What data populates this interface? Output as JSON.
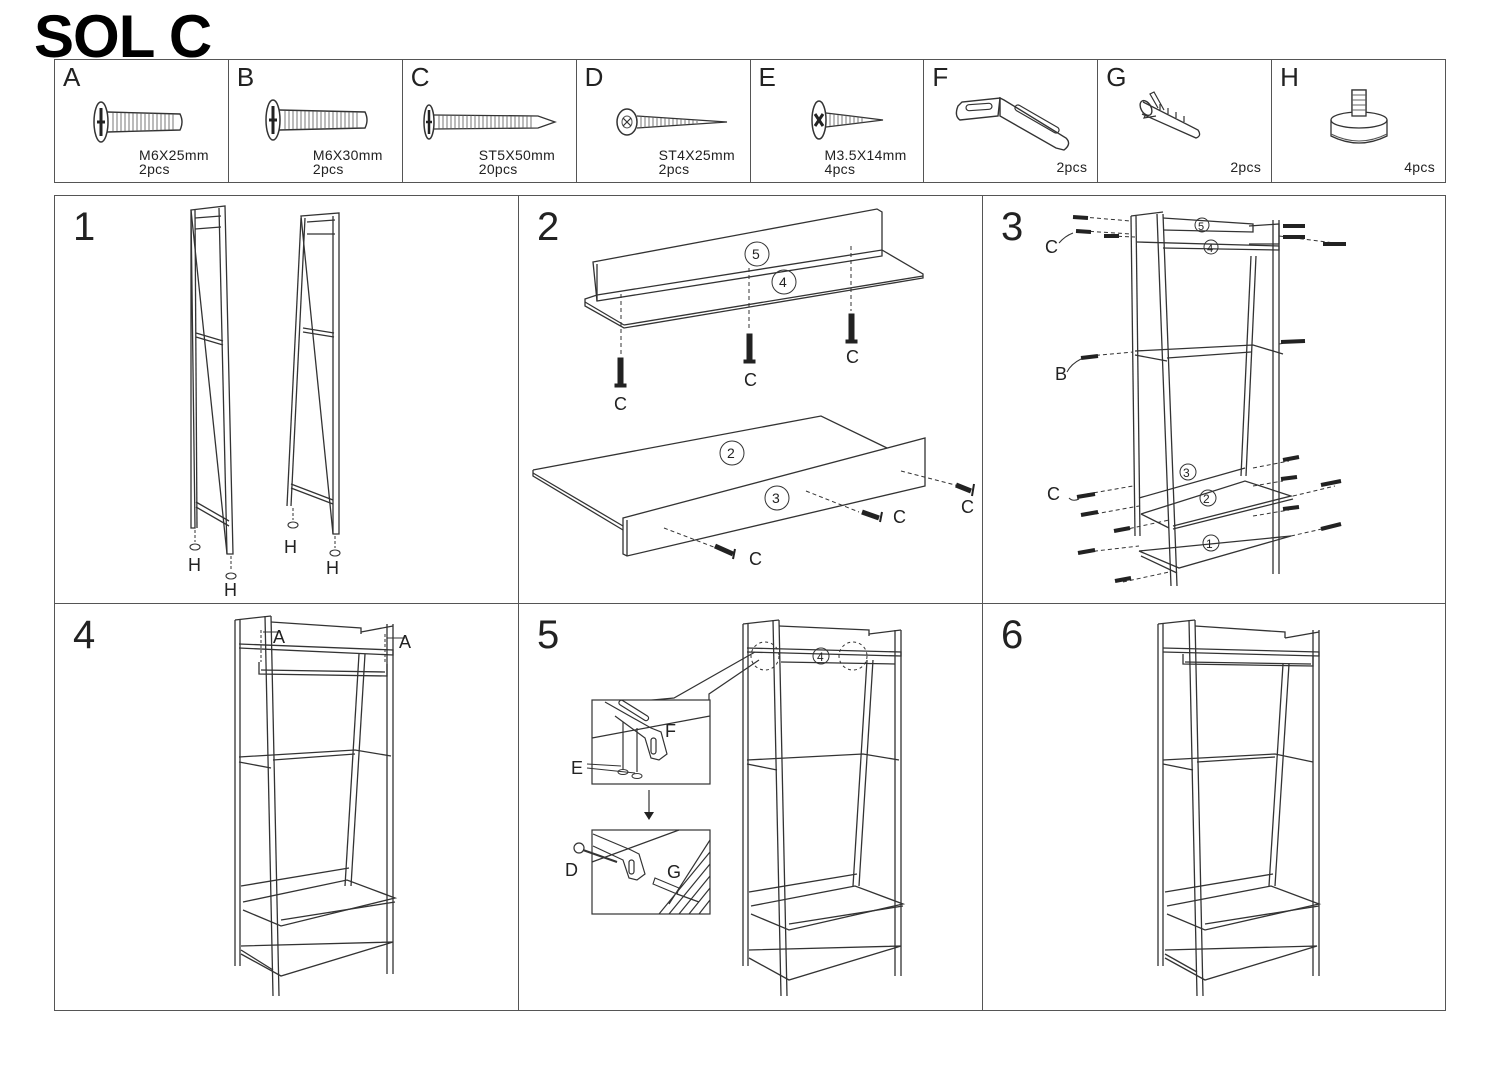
{
  "document": {
    "title": "SOL C"
  },
  "parts": [
    {
      "letter": "A",
      "spec": "M6X25mm",
      "qty": "2pcs",
      "icon": "machine-screw-icon"
    },
    {
      "letter": "B",
      "spec": "M6X30mm",
      "qty": "2pcs",
      "icon": "machine-screw-icon"
    },
    {
      "letter": "C",
      "spec": "ST5X50mm",
      "qty": "20pcs",
      "icon": "wood-screw-icon"
    },
    {
      "letter": "D",
      "spec": "ST4X25mm",
      "qty": "2pcs",
      "icon": "wood-screw-icon"
    },
    {
      "letter": "E",
      "spec": "M3.5X14mm",
      "qty": "4pcs",
      "icon": "small-screw-icon"
    },
    {
      "letter": "F",
      "spec": "",
      "qty": "2pcs",
      "icon": "angle-bracket-icon"
    },
    {
      "letter": "G",
      "spec": "",
      "qty": "2pcs",
      "icon": "wall-plug-icon"
    },
    {
      "letter": "H",
      "spec": "",
      "qty": "4pcs",
      "icon": "leveling-foot-icon"
    }
  ],
  "steps": [
    {
      "number": "1",
      "labels": [
        "H",
        "H",
        "H",
        "H"
      ]
    },
    {
      "number": "2",
      "panels": [
        "5",
        "4",
        "2",
        "3"
      ],
      "labels": [
        "C",
        "C",
        "C",
        "C",
        "C",
        "C"
      ]
    },
    {
      "number": "3",
      "panels": [
        "5",
        "4",
        "3",
        "2",
        "1"
      ],
      "labels": [
        "C",
        "B",
        "C"
      ]
    },
    {
      "number": "4",
      "labels": [
        "A",
        "A"
      ]
    },
    {
      "number": "5",
      "panels": [
        "4"
      ],
      "labels": [
        "F",
        "E",
        "D",
        "G"
      ]
    },
    {
      "number": "6"
    }
  ]
}
